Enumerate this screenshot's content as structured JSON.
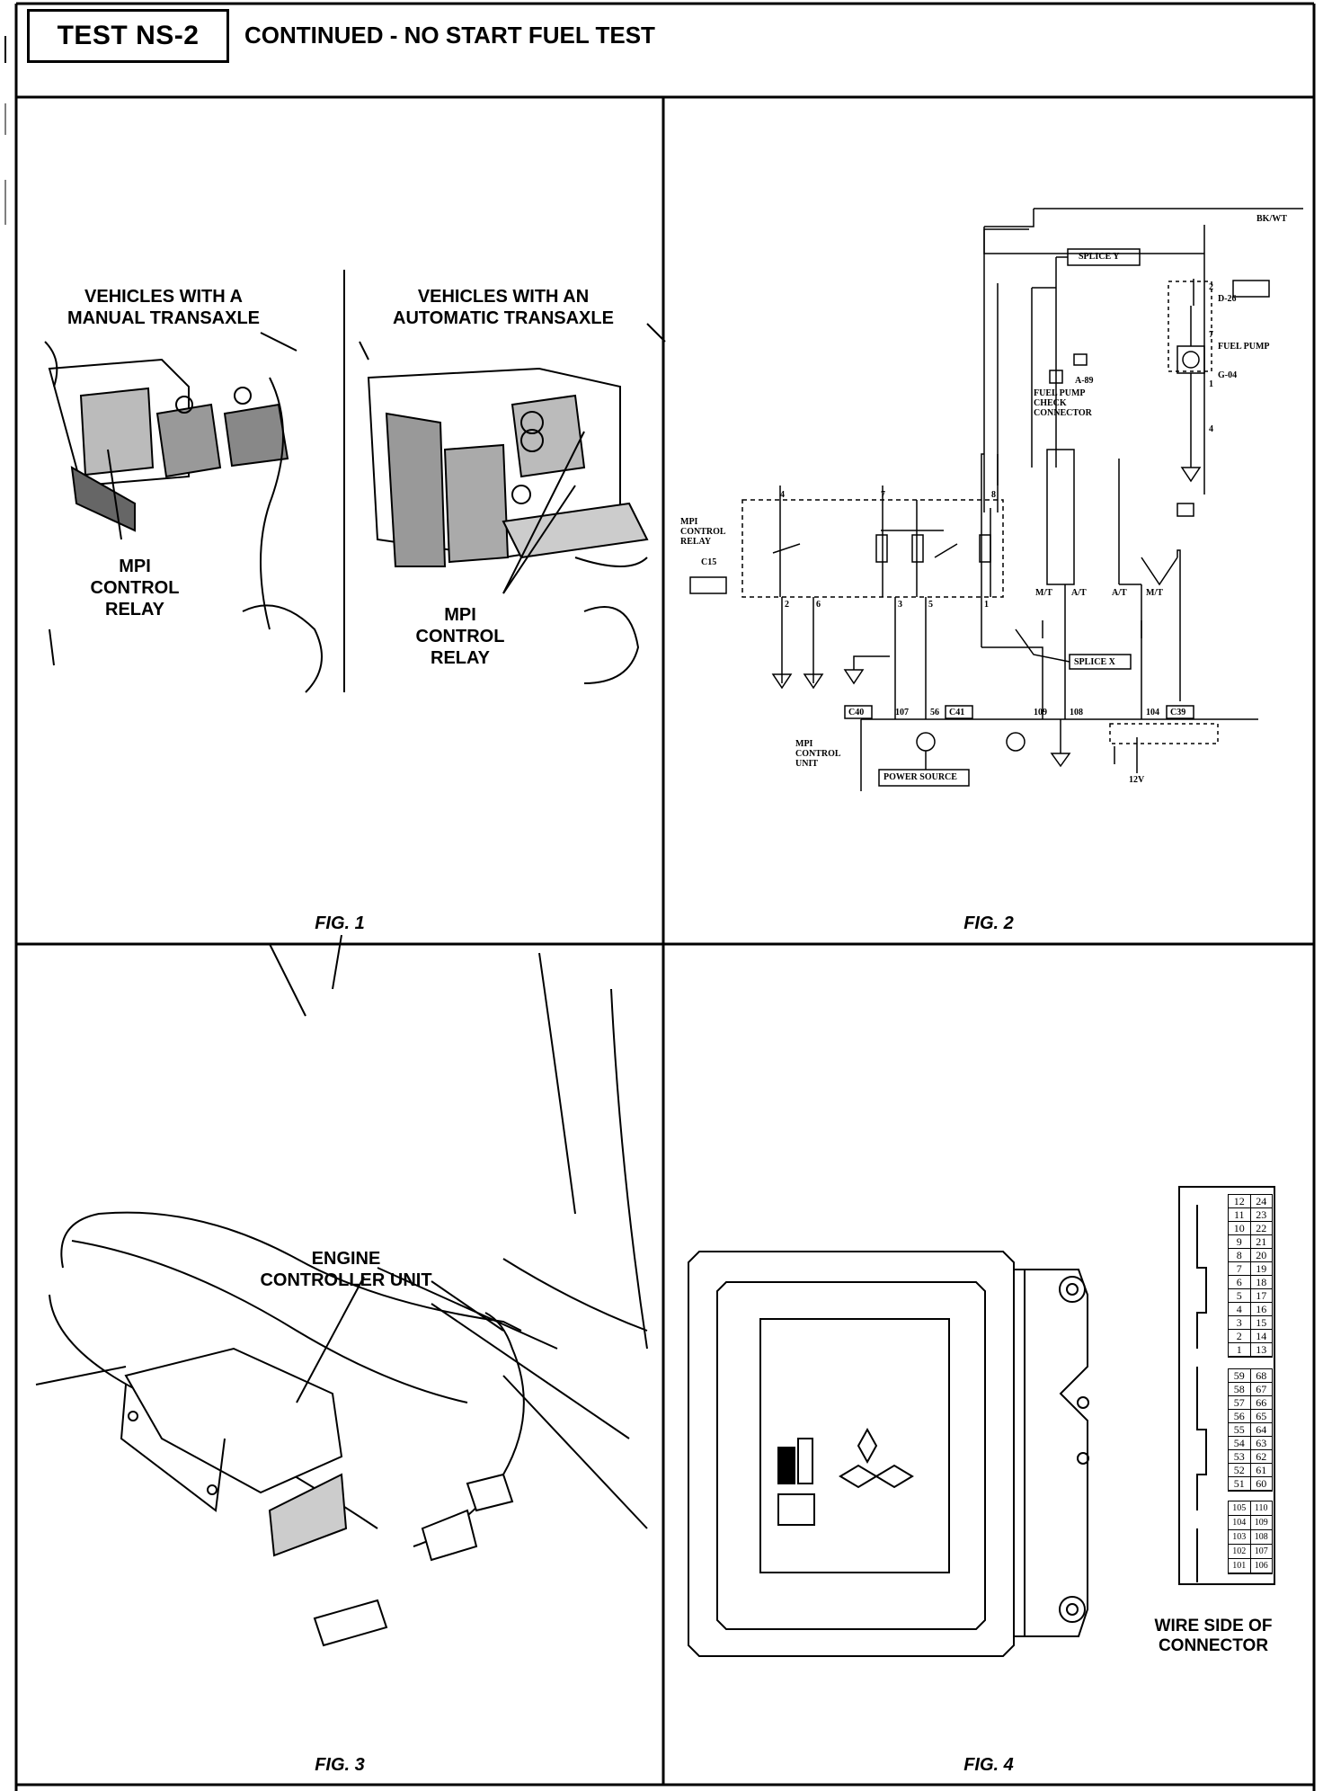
{
  "header": {
    "test_id": "TEST NS-2",
    "title": "CONTINUED - NO START FUEL TEST"
  },
  "fig1": {
    "caption": "FIG. 1",
    "left_heading": "VEHICLES WITH A MANUAL TRANSAXLE",
    "right_heading": "VEHICLES WITH AN AUTOMATIC TRANSAXLE",
    "left_callout": "MPI CONTROL RELAY",
    "right_callout": "MPI CONTROL RELAY"
  },
  "fig2": {
    "caption": "FIG. 2",
    "labels": {
      "bk_wt": "BK/WT",
      "splice_y": "SPLICE Y",
      "splice_x": "SPLICE X",
      "fuel_pump": "FUEL PUMP",
      "fuel_pump_check": "FUEL PUMP CHECK CONNECTOR",
      "mpi_relay": "MPI CONTROL RELAY",
      "relay_connector": "C15",
      "mpi_unit": "MPI CONTROL UNIT",
      "power_source": "POWER SOURCE",
      "c40": "C40",
      "c41": "C41",
      "c39": "C39",
      "d26": "D-26",
      "g04": "G-04",
      "a89": "A-89",
      "v12": "12V",
      "mt": "M/T",
      "at": "A/T"
    }
  },
  "fig3": {
    "caption": "FIG. 3",
    "callout": "ENGINE CONTROLLER UNIT"
  },
  "fig4": {
    "caption": "FIG. 4",
    "connector_label": "WIRE SIDE OF CONNECTOR",
    "block1": [
      [
        "12",
        "24"
      ],
      [
        "11",
        "23"
      ],
      [
        "10",
        "22"
      ],
      [
        "9",
        "21"
      ],
      [
        "8",
        "20"
      ],
      [
        "7",
        "19"
      ],
      [
        "6",
        "18"
      ],
      [
        "5",
        "17"
      ],
      [
        "4",
        "16"
      ],
      [
        "3",
        "15"
      ],
      [
        "2",
        "14"
      ],
      [
        "1",
        "13"
      ]
    ],
    "block2": [
      [
        "59",
        "68"
      ],
      [
        "58",
        "67"
      ],
      [
        "57",
        "66"
      ],
      [
        "56",
        "65"
      ],
      [
        "55",
        "64"
      ],
      [
        "54",
        "63"
      ],
      [
        "53",
        "62"
      ],
      [
        "52",
        "61"
      ],
      [
        "51",
        "60"
      ]
    ],
    "block3": [
      [
        "105",
        "110"
      ],
      [
        "104",
        "109"
      ],
      [
        "103",
        "108"
      ],
      [
        "102",
        "107"
      ],
      [
        "101",
        "106"
      ]
    ]
  }
}
